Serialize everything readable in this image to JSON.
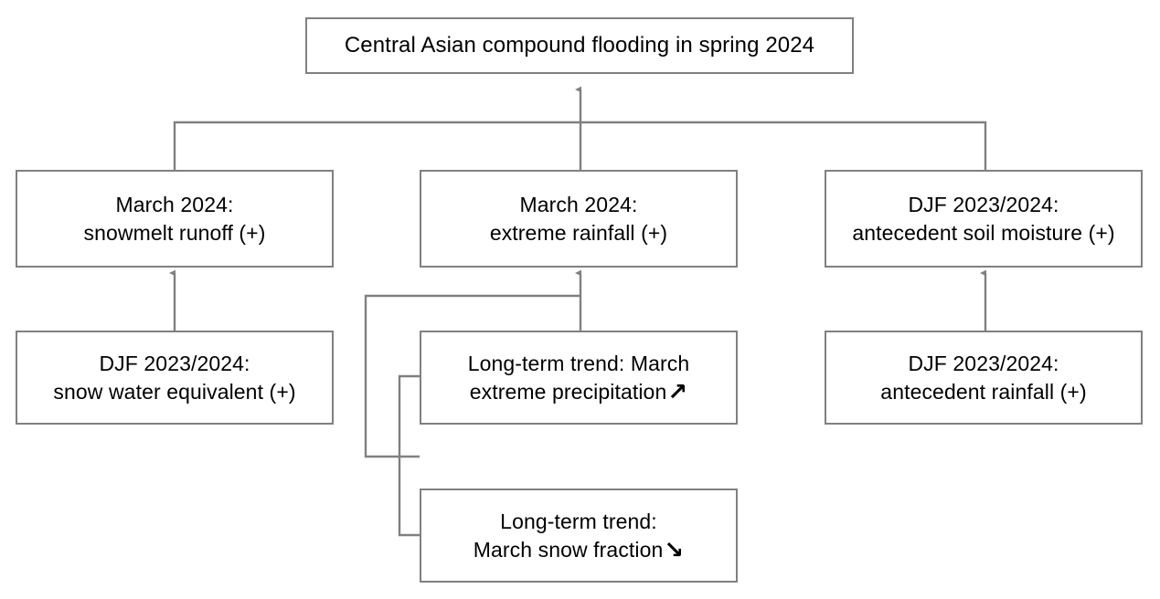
{
  "diagram": {
    "title": "Central Asian compound flooding in spring 2024 driver diagram",
    "edge_color": "#808080",
    "box_border_color": "#808080",
    "text_color": "#000000",
    "background_color": "#ffffff",
    "arrow_up_glyph": "↗",
    "arrow_down_glyph": "↘"
  },
  "nodes": {
    "root": {
      "label": "Central Asian compound flooding in spring 2024"
    },
    "level2": [
      {
        "id": "snowmelt-runoff",
        "line1": "March 2024:",
        "line2": "snowmelt runoff (+)"
      },
      {
        "id": "extreme-rainfall",
        "line1": "March 2024:",
        "line2": "extreme rainfall (+)"
      },
      {
        "id": "antecedent-soil-moisture",
        "line1": "DJF 2023/2024:",
        "line2": "antecedent soil moisture (+)"
      }
    ],
    "level3": [
      {
        "id": "snow-water-equivalent",
        "line1": "DJF 2023/2024:",
        "line2": "snow water equivalent (+)",
        "trend": ""
      },
      {
        "id": "march-extreme-precipitation-trend",
        "line1": "Long-term trend: March",
        "line2": "extreme precipitation",
        "trend": "↗"
      },
      {
        "id": "antecedent-rainfall",
        "line1": "DJF 2023/2024:",
        "line2": "antecedent rainfall (+)",
        "trend": ""
      },
      {
        "id": "march-snow-fraction-trend",
        "line1": "Long-term trend:",
        "line2": "March snow fraction",
        "trend": "↘"
      }
    ]
  }
}
